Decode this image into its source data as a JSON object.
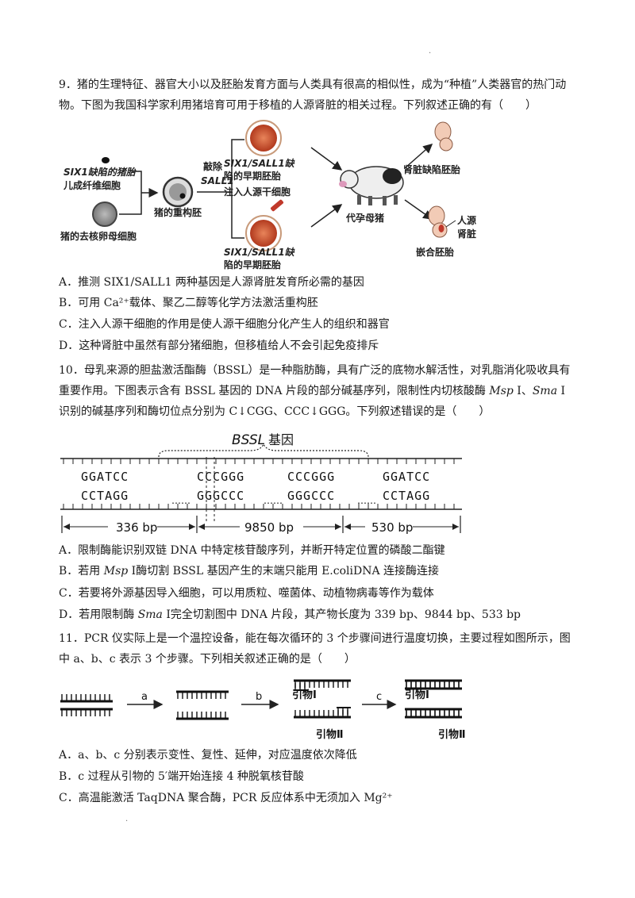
{
  "q9": {
    "stem": "9．猪的生理特征、器官大小以及胚胎发育方面与人类具有很高的相似性，成为“种植”人类器官的热门动物。下图为我国科学家利用猪培育可用于移植的人源肾脏的相关过程。下列叙述正确的有（　　）",
    "fig": {
      "fib_a": "SIX1缺陷的猪胎",
      "fib_b": "儿成纤维细胞",
      "oocyte": "猪的去核卵母细胞",
      "recon": "猪的重构胚",
      "knock_a": "敲除",
      "knock_b": "SALL1",
      "emb1_a": "SIX1/SALL1缺",
      "emb1_b": "陷的早期胚胎",
      "inject": "注入人源干细胞",
      "emb2_a": "SIX1/SALL1缺",
      "emb2_b": "陷的早期胚胎",
      "sow": "代孕母猪",
      "defect": "肾脏缺陷胚胎",
      "kidney_a": "人源",
      "kidney_b": "肾脏",
      "chimera": "嵌合胚胎"
    },
    "options": [
      "A．推测 SⅠX1/SALL1 两种基因是人源肾脏发育所必需的基因",
      "B．可用 Ca²⁺载体、聚乙二醇等化学方法激活重构胚",
      "C．注入人源干细胞的作用是使人源干细胞分化产生人的组织和器官",
      "D．这种肾脏中虽然有部分猪细胞，但移植给人不会引起免疫排斥"
    ]
  },
  "q10": {
    "stem_pre": "10．母乳来源的胆盐激活酯酶（BSSL）是一种脂肪酶，具有广泛的底物水解活性，对乳脂消化吸收具有重要作用。下图表示含有 BSSL 基因的 DNA 片段的部分碱基序列，限制性内切核酸酶 ",
    "msp": "Msp",
    "stem_mid": " Ⅰ、",
    "sma": "Sma",
    "stem_post": " Ⅰ识别的碱基序列和酶切位点分别为 C↓CGG、CCC↓GGG。下列叙述错误的是（　　）",
    "fig": {
      "gene_italic": "BSSL",
      "gene_suffix": "基因",
      "s1_top": "GGATCC",
      "s1_bot": "CCTAGG",
      "s2_top": "CCCGGG",
      "s2_bot": "GGGCCC",
      "s3_top": "CCCGGG",
      "s3_bot": "GGGCCC",
      "s4_top": "GGATCC",
      "s4_bot": "CCTAGG",
      "len1": "336 bp",
      "len2": "9850 bp",
      "len3": "530 bp"
    },
    "opt_a": "A．限制酶能识别双链 DNA 中特定核苷酸序列，并断开特定位置的磷酸二酯键",
    "opt_b_pre": "B．若用 ",
    "opt_b_it": "Msp",
    "opt_b_post": " Ⅰ酶切割 BSSL 基因产生的末端只能用 E.coliDNA 连接酶连接",
    "opt_c": "C．若要将外源基因导入细胞，可以用质粒、噬菌体、动植物病毒等作为载体",
    "opt_d_pre": "D．若用限制酶 ",
    "opt_d_it": "Sma",
    "opt_d_post": " Ⅰ完全切割图中 DNA 片段，其产物长度为 339 bp、9844 bp、533 bp"
  },
  "q11": {
    "stem": "11．PCR 仪实际上是一个温控设备，能在每次循环的 3 个步骤间进行温度切换，主要过程如图所示，图中 a、b、c 表示 3 个步骤。下列相关叙述正确的是（　　）",
    "fig": {
      "a": "a",
      "b": "b",
      "c": "c",
      "p1a": "引物Ⅰ",
      "p2a": "引物Ⅱ",
      "p1b": "引物Ⅰ",
      "p2b": "引物Ⅱ"
    },
    "options": [
      "A．a、b、c 分别表示变性、复性、延伸，对应温度依次降低",
      "B．c 过程从引物的 5′端开始连接 4 种脱氧核苷酸",
      "C．高温能激活 TaqDNA 聚合酶，PCR 反应体系中无须加入 Mg²⁺"
    ]
  }
}
